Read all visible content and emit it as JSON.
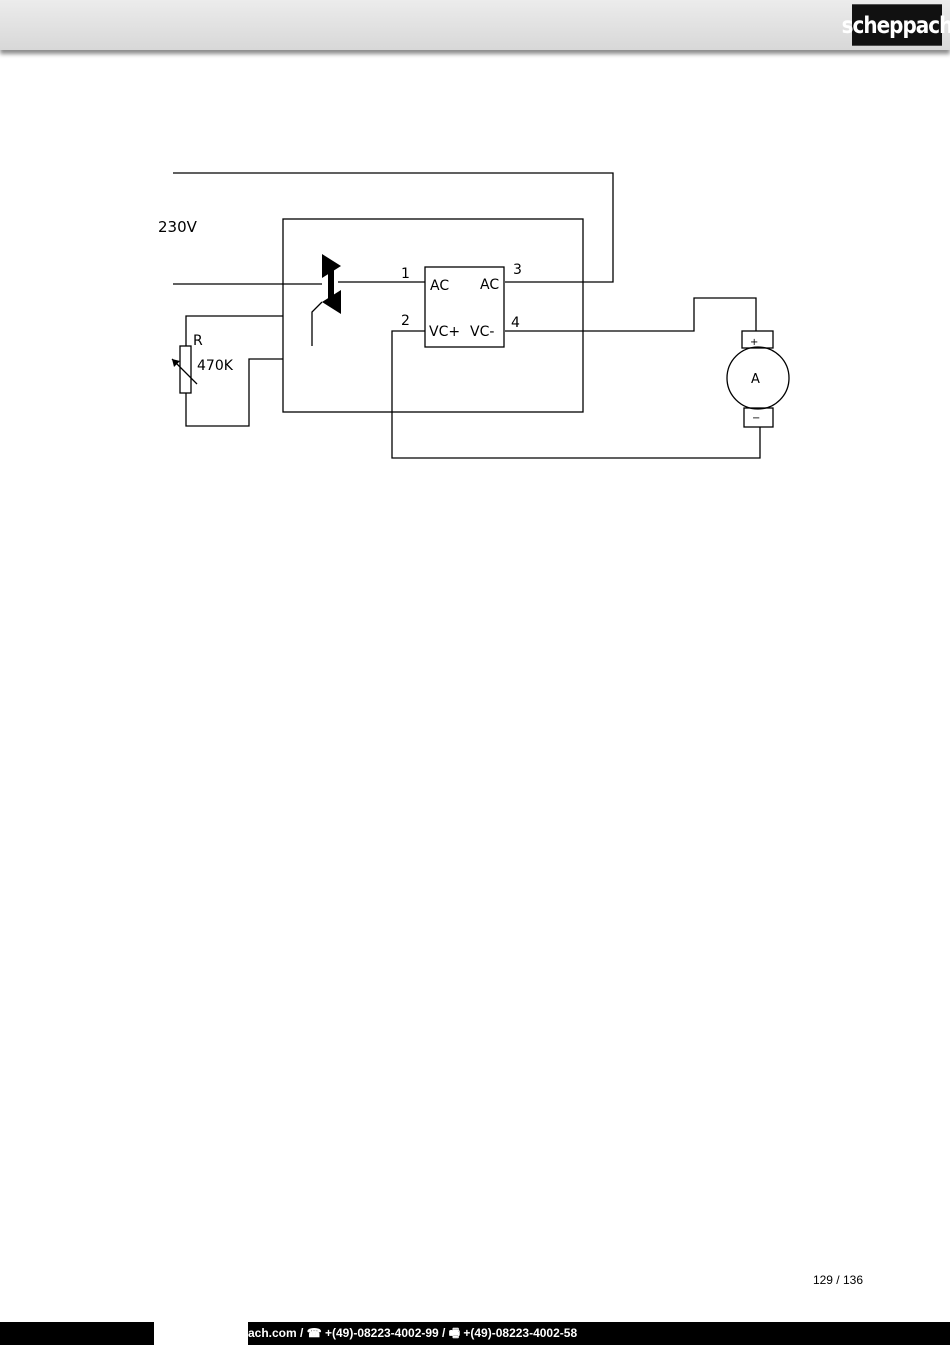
{
  "header": {
    "logo_text": "scheppach"
  },
  "diagram": {
    "supply_label": "230V",
    "resistor_label": "R",
    "resistor_value": "470K",
    "pin_1": "1",
    "pin_2": "2",
    "pin_3": "3",
    "pin_4": "4",
    "ac_left": "AC",
    "ac_right": "AC",
    "vc_plus": "VC+",
    "vc_minus": "VC-",
    "meter_label": "A",
    "meter_plus": "+",
    "meter_minus": "−"
  },
  "page_number": "129 / 136",
  "footer": {
    "contact": "ach.com / ☎ +(49)-08223-4002-99 / 🖷 +(49)-08223-4002-58"
  }
}
